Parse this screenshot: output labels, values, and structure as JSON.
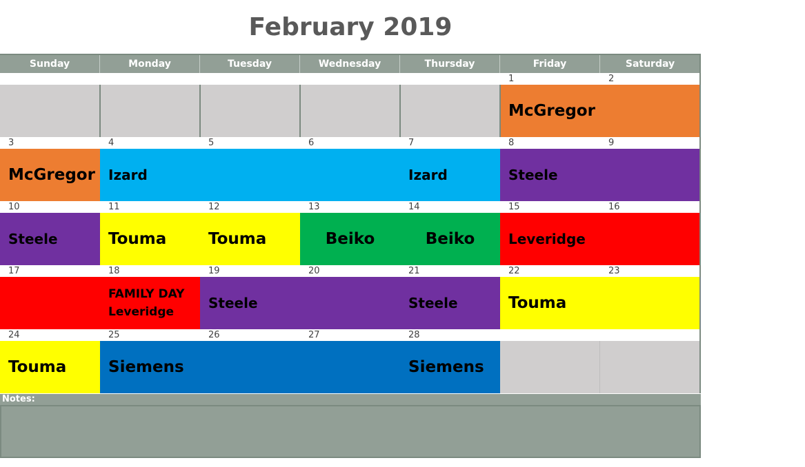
{
  "calendar": {
    "title": "February 2019",
    "weekdays": [
      "Sunday",
      "Monday",
      "Tuesday",
      "Wednesday",
      "Thursday",
      "Friday",
      "Saturday"
    ],
    "notes_label": "Notes:",
    "colors": {
      "header": "#929f96",
      "empty": "#d0cece",
      "orange": "#ed7d31",
      "cyan": "#00b0f0",
      "purple": "#7030a0",
      "yellow": "#ffff00",
      "green": "#00b050",
      "red": "#ff0000",
      "blue": "#0070c0"
    },
    "weeks": [
      [
        {
          "day": "",
          "color": "empty",
          "lines": []
        },
        {
          "day": "",
          "color": "empty",
          "lines": []
        },
        {
          "day": "",
          "color": "empty",
          "lines": []
        },
        {
          "day": "",
          "color": "empty",
          "lines": []
        },
        {
          "day": "",
          "color": "empty",
          "lines": []
        },
        {
          "day": "1",
          "color": "orange",
          "lines": [
            "McGregor"
          ],
          "size": "l"
        },
        {
          "day": "2",
          "color": "orange",
          "lines": []
        }
      ],
      [
        {
          "day": "3",
          "color": "orange",
          "lines": [
            "McGregor"
          ],
          "size": "l"
        },
        {
          "day": "4",
          "color": "cyan",
          "lines": [
            "Izard"
          ],
          "size": "m"
        },
        {
          "day": "5",
          "color": "cyan",
          "lines": []
        },
        {
          "day": "6",
          "color": "cyan",
          "lines": []
        },
        {
          "day": "7",
          "color": "cyan",
          "lines": [
            "Izard"
          ],
          "size": "m"
        },
        {
          "day": "8",
          "color": "purple",
          "lines": [
            "Steele"
          ],
          "size": "m"
        },
        {
          "day": "9",
          "color": "purple",
          "lines": []
        }
      ],
      [
        {
          "day": "10",
          "color": "purple",
          "lines": [
            "Steele"
          ],
          "size": "m"
        },
        {
          "day": "11",
          "color": "yellow",
          "lines": [
            "Touma"
          ],
          "size": "l"
        },
        {
          "day": "12",
          "color": "yellow",
          "lines": [
            "Touma"
          ],
          "size": "l"
        },
        {
          "day": "13",
          "color": "green",
          "lines": [
            "Beiko"
          ],
          "size": "l",
          "center": true
        },
        {
          "day": "14",
          "color": "green",
          "lines": [
            "Beiko"
          ],
          "size": "l",
          "center": true
        },
        {
          "day": "15",
          "color": "red",
          "lines": [
            "Leveridge"
          ],
          "size": "m"
        },
        {
          "day": "16",
          "color": "red",
          "lines": []
        }
      ],
      [
        {
          "day": "17",
          "color": "red",
          "lines": []
        },
        {
          "day": "18",
          "color": "red",
          "lines": [
            "FAMILY DAY",
            "Leveridge"
          ],
          "size": "s"
        },
        {
          "day": "19",
          "color": "purple",
          "lines": [
            "Steele"
          ],
          "size": "m"
        },
        {
          "day": "20",
          "color": "purple",
          "lines": []
        },
        {
          "day": "21",
          "color": "purple",
          "lines": [
            "Steele"
          ],
          "size": "m"
        },
        {
          "day": "22",
          "color": "yellow",
          "lines": [
            "Touma"
          ],
          "size": "l"
        },
        {
          "day": "23",
          "color": "yellow",
          "lines": []
        }
      ],
      [
        {
          "day": "24",
          "color": "yellow",
          "lines": [
            "Touma"
          ],
          "size": "l"
        },
        {
          "day": "25",
          "color": "blue",
          "lines": [
            "Siemens"
          ],
          "size": "l"
        },
        {
          "day": "26",
          "color": "blue",
          "lines": []
        },
        {
          "day": "27",
          "color": "blue",
          "lines": []
        },
        {
          "day": "28",
          "color": "blue",
          "lines": [
            "Siemens"
          ],
          "size": "l"
        },
        {
          "day": "",
          "color": "empty",
          "lines": []
        },
        {
          "day": "",
          "color": "empty",
          "lines": []
        }
      ]
    ]
  }
}
